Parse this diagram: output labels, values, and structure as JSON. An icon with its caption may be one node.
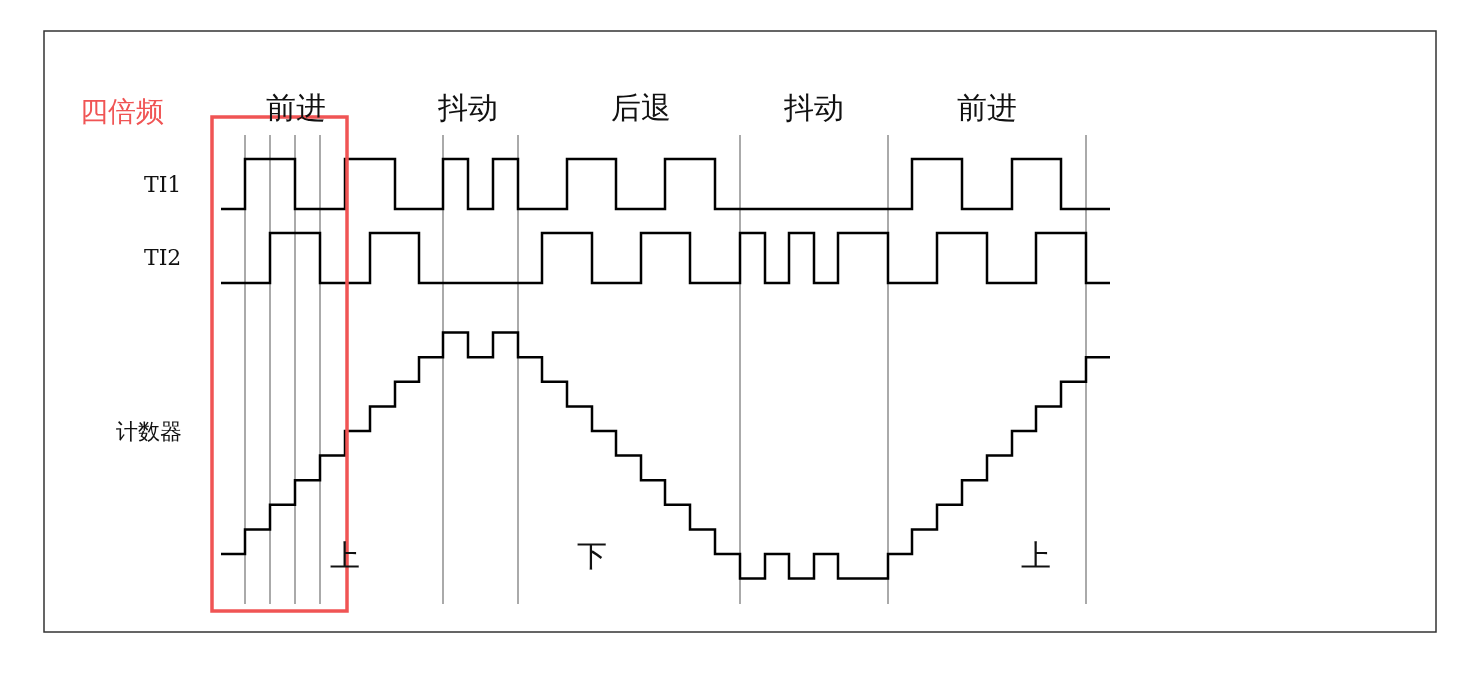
{
  "diagram": {
    "labels": [
      "四倍频",
      "前进",
      "抖动",
      "后退",
      "抖动",
      "前进",
      "TI1",
      "TI2",
      "计数器",
      "上",
      "下",
      "上"
    ]
  }
}
